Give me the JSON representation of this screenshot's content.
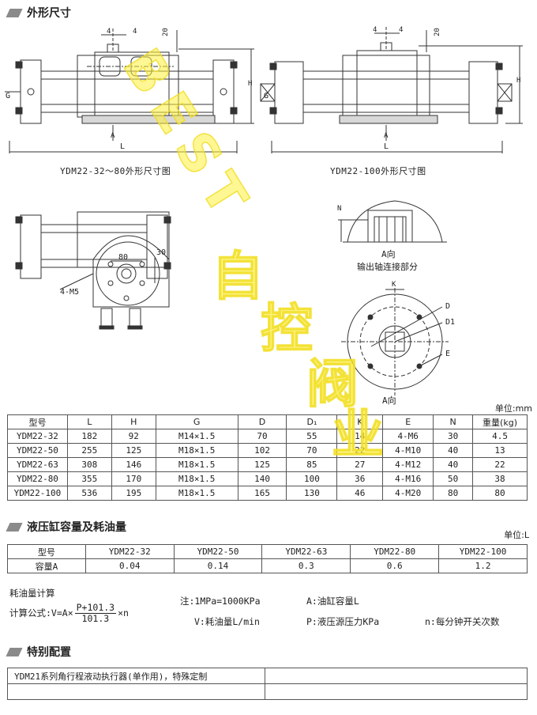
{
  "sections": {
    "dimensions_title": "外形尺寸",
    "capacity_title": "液压缸容量及耗油量",
    "special_title": "特别配置"
  },
  "drawings": {
    "caption_left": "YDM22-32～80外形尺寸图",
    "caption_right": "YDM22-100外形尺寸图",
    "labels": {
      "four": "4",
      "twenty": "20",
      "g": "G",
      "h": "H",
      "a": "A",
      "l": "L",
      "eighty": "80",
      "thirty": "30",
      "four_m5": "4-M5",
      "n": "N",
      "k": "K",
      "d": "D",
      "d1": "D1",
      "e": "E",
      "a_dir": "A向",
      "output_shaft": "输出轴连接部分"
    }
  },
  "spec_table": {
    "unit": "单位:mm",
    "headers": [
      "型号",
      "L",
      "H",
      "G",
      "D",
      "D₁",
      "K",
      "E",
      "N",
      "重量(kg)"
    ],
    "rows": [
      [
        "YDM22-32",
        "182",
        "92",
        "M14×1.5",
        "70",
        "55",
        "14",
        "4-M6",
        "30",
        "4.5"
      ],
      [
        "YDM22-50",
        "255",
        "125",
        "M18×1.5",
        "102",
        "70",
        "22",
        "4-M10",
        "40",
        "13"
      ],
      [
        "YDM22-63",
        "308",
        "146",
        "M18×1.5",
        "125",
        "85",
        "27",
        "4-M12",
        "40",
        "22"
      ],
      [
        "YDM22-80",
        "355",
        "170",
        "M18×1.5",
        "140",
        "100",
        "36",
        "4-M16",
        "50",
        "38"
      ],
      [
        "YDM22-100",
        "536",
        "195",
        "M18×1.5",
        "165",
        "130",
        "46",
        "4-M20",
        "80",
        "80"
      ]
    ]
  },
  "capacity_table": {
    "unit": "单位:L",
    "header_label": "型号",
    "value_label": "容量A",
    "models": [
      "YDM22-32",
      "YDM22-50",
      "YDM22-63",
      "YDM22-80",
      "YDM22-100"
    ],
    "values": [
      "0.04",
      "0.14",
      "0.3",
      "0.6",
      "1.2"
    ]
  },
  "oil": {
    "heading": "耗油量计算",
    "formula_prefix": "计算公式:V=A×",
    "numerator": "P+101.3",
    "denominator": "101.3",
    "formula_suffix": "×n",
    "note1": "注:1MPa=1000KPa",
    "note2": "A:油缸容量L",
    "note3": "V:耗油量L/min",
    "note4": "P:液压源压力KPa",
    "note5": "n:每分钟开关次数"
  },
  "special": {
    "row1_col1": "YDM21系列角行程液动执行器(单作用)，特殊定制",
    "row1_col2": "",
    "row2_col1": "",
    "row2_col2": ""
  },
  "watermark": {
    "latin": "BEST",
    "cjk": [
      "自",
      "控",
      "阀",
      "业"
    ]
  }
}
